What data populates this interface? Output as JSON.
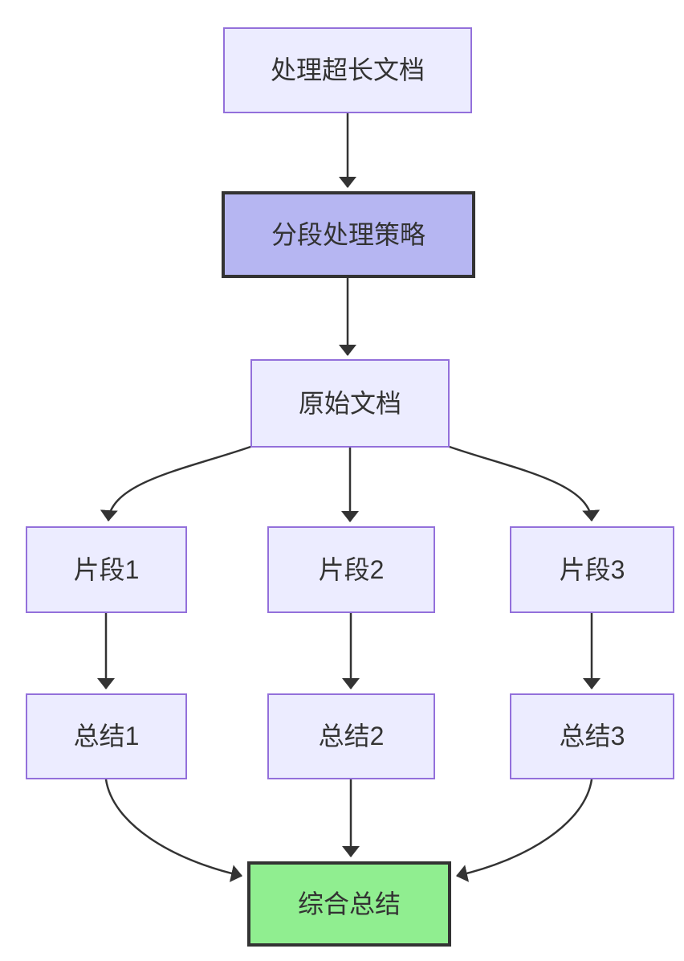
{
  "diagram": {
    "type": "flowchart",
    "direction": "top-down",
    "nodes": [
      {
        "id": "A",
        "label": "处理超长文档",
        "style": "default"
      },
      {
        "id": "B",
        "label": "分段处理策略",
        "style": "highlight"
      },
      {
        "id": "C",
        "label": "原始文档",
        "style": "default"
      },
      {
        "id": "D",
        "label": "片段1",
        "style": "default"
      },
      {
        "id": "E",
        "label": "片段2",
        "style": "default"
      },
      {
        "id": "F",
        "label": "片段3",
        "style": "default"
      },
      {
        "id": "G",
        "label": "总结1",
        "style": "default"
      },
      {
        "id": "H",
        "label": "总结2",
        "style": "default"
      },
      {
        "id": "I",
        "label": "总结3",
        "style": "default"
      },
      {
        "id": "J",
        "label": "综合总结",
        "style": "result"
      }
    ],
    "edges": [
      {
        "from": "处理超长文档",
        "to": "分段处理策略"
      },
      {
        "from": "分段处理策略",
        "to": "原始文档"
      },
      {
        "from": "原始文档",
        "to": "片段1"
      },
      {
        "from": "原始文档",
        "to": "片段2"
      },
      {
        "from": "原始文档",
        "to": "片段3"
      },
      {
        "from": "片段1",
        "to": "总结1"
      },
      {
        "from": "片段2",
        "to": "总结2"
      },
      {
        "from": "片段3",
        "to": "总结3"
      },
      {
        "from": "总结1",
        "to": "综合总结"
      },
      {
        "from": "总结2",
        "to": "综合总结"
      },
      {
        "from": "总结3",
        "to": "综合总结"
      }
    ],
    "colors": {
      "default_fill": "#ECECFF",
      "default_border": "#9370DB",
      "highlight_fill": "#B6B6F2",
      "highlight_border": "#333333",
      "result_fill": "#90EE90",
      "result_border": "#333333",
      "edge": "#333333",
      "text": "#333333",
      "background": "#FFFFFF"
    }
  }
}
